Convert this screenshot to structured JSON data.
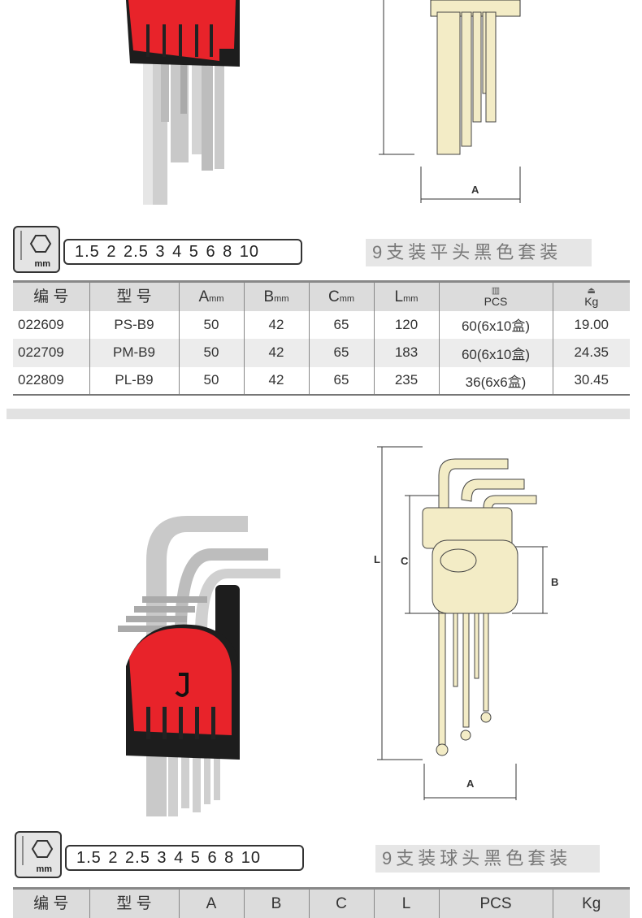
{
  "set1": {
    "sizes": "1.5 2 2.5 3 4 5 6 8 10",
    "size_unit": "mm",
    "title": "9支装平头黑色套装",
    "diagram_labels": {
      "a": "A"
    },
    "table": {
      "headers": [
        "编 号",
        "型 号",
        "A",
        "B",
        "C",
        "L",
        "PCS",
        "Kg"
      ],
      "unit": "mm",
      "rows": [
        [
          "022609",
          "PS-B9",
          "50",
          "42",
          "65",
          "120",
          "60(6x10盒)",
          "19.00"
        ],
        [
          "022709",
          "PM-B9",
          "50",
          "42",
          "65",
          "183",
          "60(6x10盒)",
          "24.35"
        ],
        [
          "022809",
          "PL-B9",
          "50",
          "42",
          "65",
          "235",
          "36(6x6盒)",
          "30.45"
        ]
      ]
    }
  },
  "set2": {
    "sizes": "1.5 2 2.5 3 4 5 6 8 10",
    "size_unit": "mm",
    "title": "9支装球头黑色套装",
    "diagram_labels": {
      "l": "L",
      "c": "C",
      "b": "B",
      "a": "A"
    },
    "table": {
      "headers": [
        "编 号",
        "型 号",
        "A",
        "B",
        "C",
        "L",
        "PCS",
        "Kg"
      ]
    }
  },
  "colors": {
    "holder_red": "#e8232a",
    "wrench_silver": "#c9c9c9",
    "diagram_fill": "#f3ecc6"
  }
}
